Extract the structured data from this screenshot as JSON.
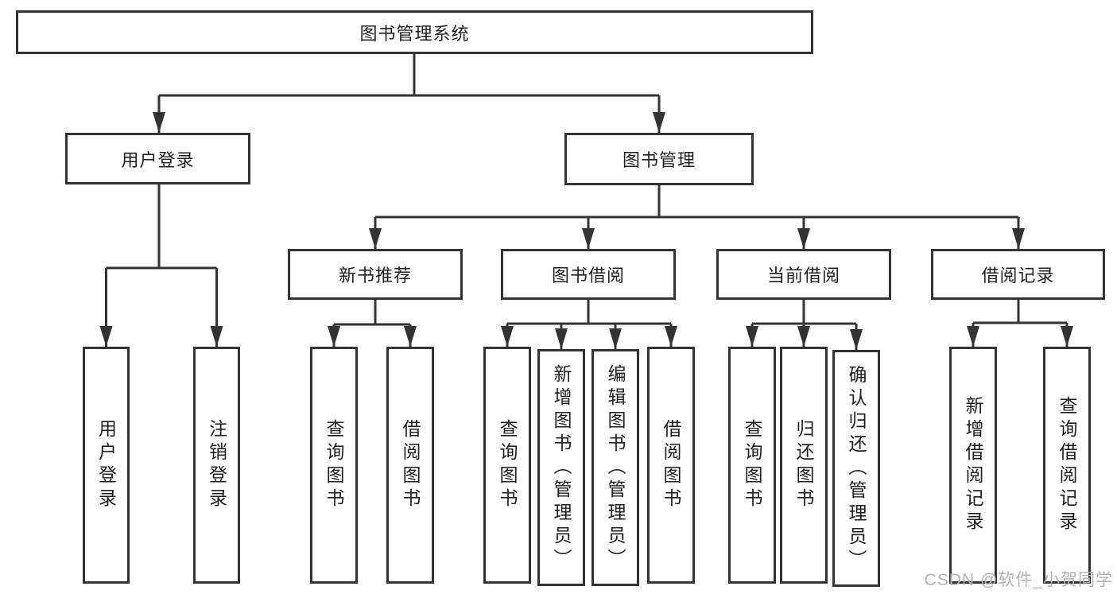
{
  "title": "图书管理系统",
  "watermark": "CSDN @软件_小贺同学",
  "colors": {
    "line": "#333333",
    "box_border": "#333333",
    "text": "#1f1f1f",
    "watermark": "#b2b2b2",
    "background": "#ffffff"
  },
  "tree": {
    "root": {
      "label": "图书管理系统"
    },
    "branches": [
      {
        "label": "用户登录",
        "children": [
          {
            "label": "用户登录"
          },
          {
            "label": "注销登录"
          }
        ]
      },
      {
        "label": "图书管理",
        "children": [
          {
            "label": "新书推荐",
            "children": [
              {
                "label": "查询图书"
              },
              {
                "label": "借阅图书"
              }
            ]
          },
          {
            "label": "图书借阅",
            "children": [
              {
                "label": "查询图书"
              },
              {
                "label": "新增图书（管理员）"
              },
              {
                "label": "编辑图书（管理员）"
              },
              {
                "label": "借阅图书"
              }
            ]
          },
          {
            "label": "当前借阅",
            "children": [
              {
                "label": "查询图书"
              },
              {
                "label": "归还图书"
              },
              {
                "label": "确认归还（管理员）"
              }
            ]
          },
          {
            "label": "借阅记录",
            "children": [
              {
                "label": "新增借阅记录"
              },
              {
                "label": "查询借阅记录"
              }
            ]
          }
        ]
      }
    ]
  }
}
